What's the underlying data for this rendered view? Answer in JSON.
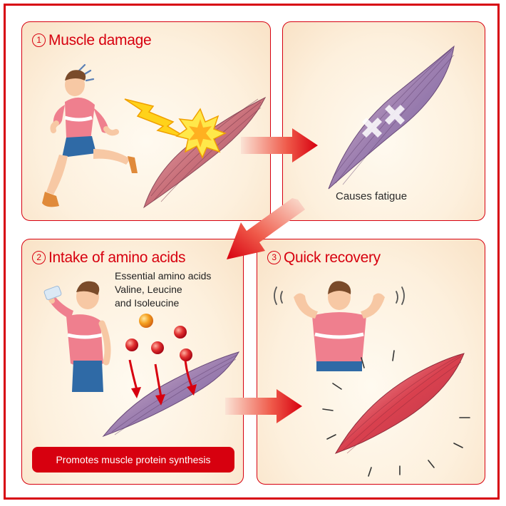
{
  "steps": [
    {
      "number": "1",
      "title": "Muscle damage"
    },
    {
      "caption": "Causes fatigue"
    },
    {
      "number": "2",
      "title": "Intake of amino acids",
      "amino_lines": [
        "Essential amino acids",
        "Valine, Leucine",
        "and Isoleucine"
      ],
      "banner": "Promotes muscle protein synthesis"
    },
    {
      "number": "3",
      "title": "Quick recovery"
    }
  ],
  "colors": {
    "accent": "#d7000f",
    "muscle": "#c9707a",
    "shirt": "#ef7f8e",
    "shorts": "#2f6aa6",
    "skin": "#f7c8a4",
    "hair": "#7a4b2a"
  },
  "icons": [
    "running-man-icon",
    "lightning-icon",
    "impact-burst-icon",
    "muscle-icon",
    "damage-cross-icon",
    "drinking-man-icon",
    "amino-ball-icon",
    "flexing-man-icon",
    "arrow-icon"
  ]
}
